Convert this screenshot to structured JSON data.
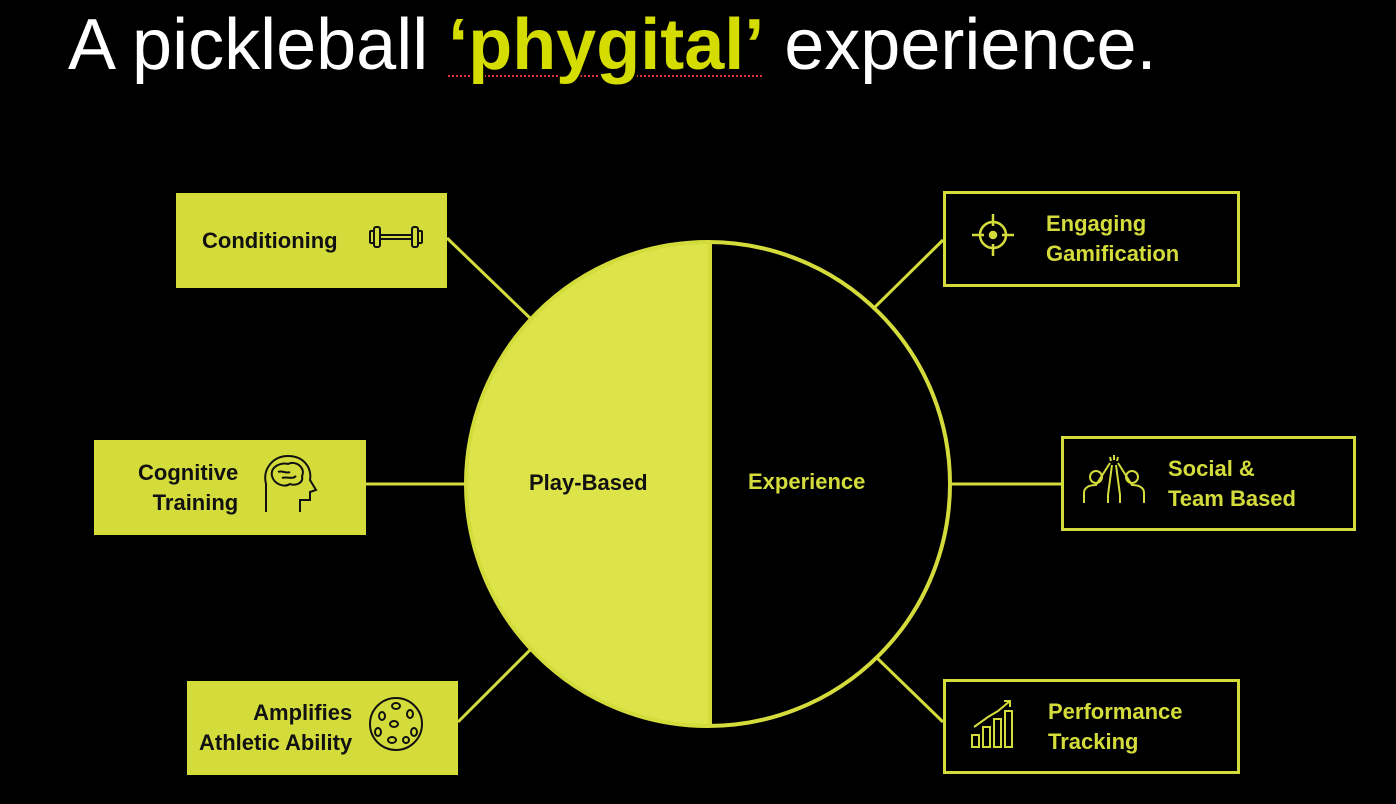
{
  "title": {
    "prefix": "A pickleball ",
    "highlight": "‘phygital’",
    "suffix": " experience."
  },
  "circle": {
    "left_label": "Play-Based",
    "right_label": "Experience"
  },
  "left_items": [
    {
      "label": "Conditioning",
      "icon": "dumbbell-icon"
    },
    {
      "line1": "Cognitive",
      "line2": "Training",
      "icon": "brain-head-icon"
    },
    {
      "line1": "Amplifies",
      "line2": "Athletic Ability",
      "icon": "pickleball-icon"
    }
  ],
  "right_items": [
    {
      "line1": "Engaging",
      "line2": "Gamification",
      "icon": "target-crosshair-icon"
    },
    {
      "line1": "Social &",
      "line2": "Team Based",
      "icon": "high-five-icon"
    },
    {
      "line1": "Performance",
      "line2": "Tracking",
      "icon": "bar-chart-icon"
    }
  ],
  "colors": {
    "accent": "#d4dc3c",
    "circle_fill": "#dde44a",
    "background": "#000000"
  }
}
